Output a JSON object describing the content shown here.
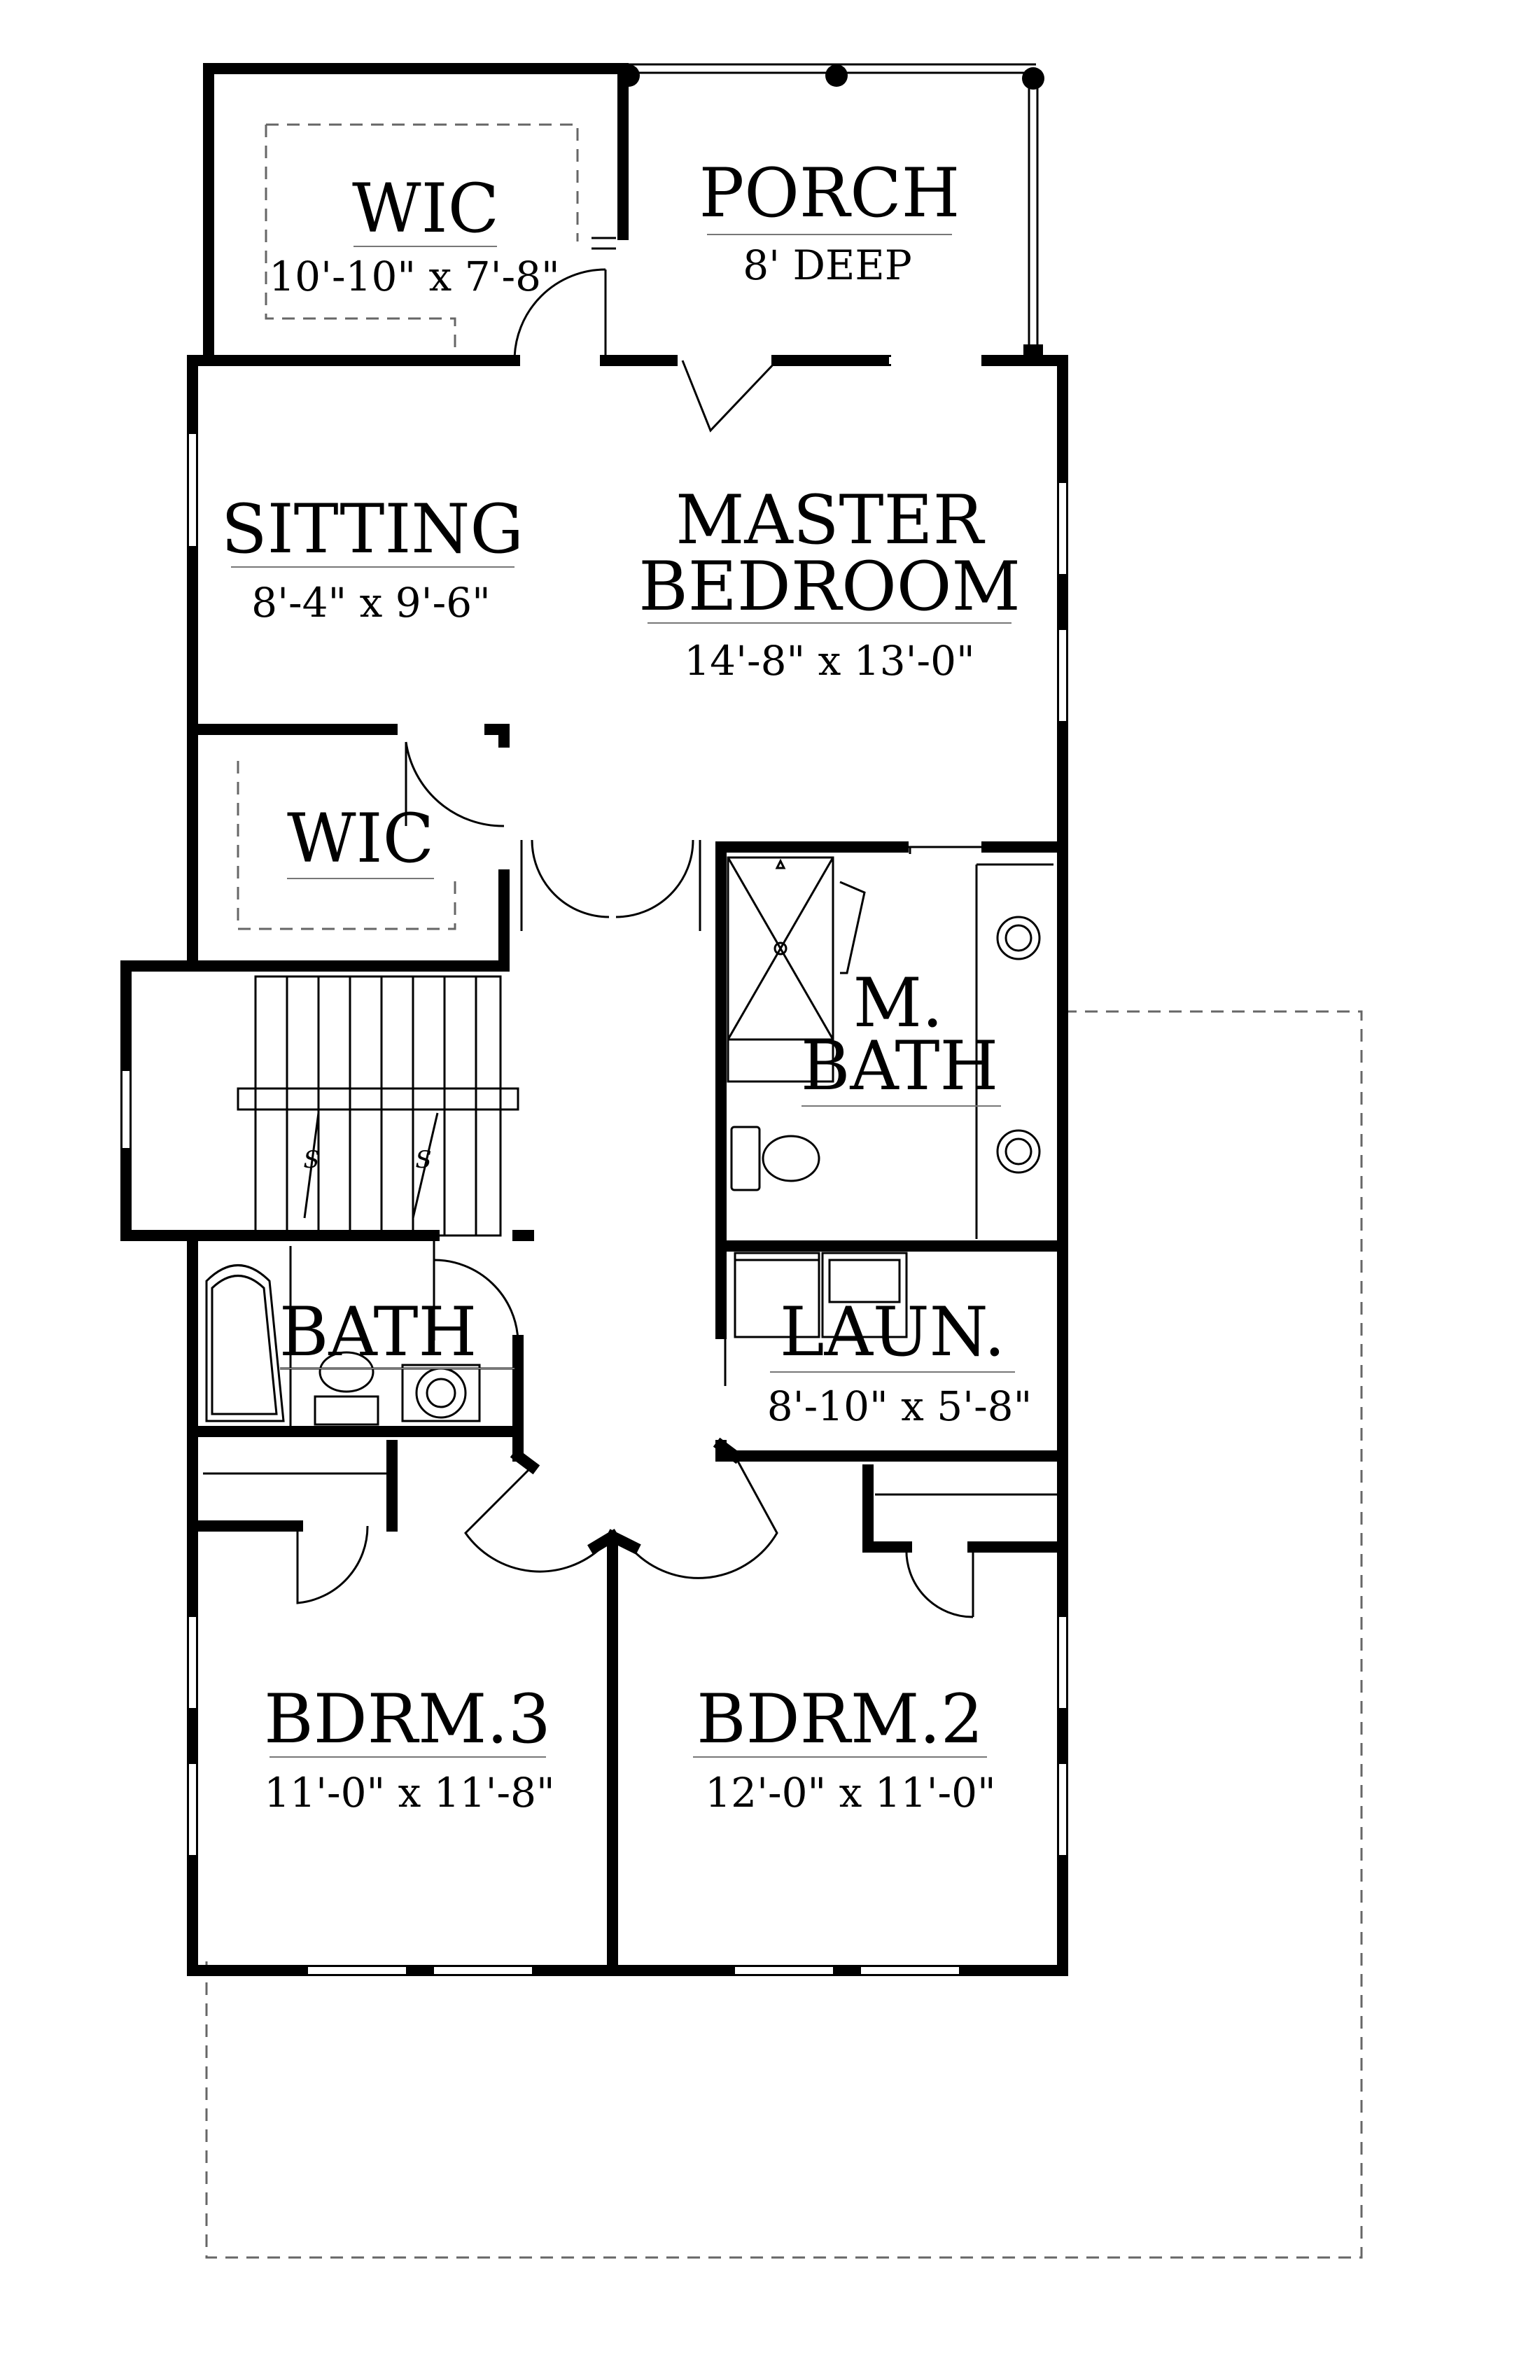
{
  "rooms": {
    "wic_upper": {
      "name": "WIC",
      "dims": "10'-10\" x 7'-8\""
    },
    "porch": {
      "name": "PORCH",
      "dims": "8' DEEP"
    },
    "sitting": {
      "name": "SITTING",
      "dims": "8'-4\" x 9'-6\""
    },
    "master": {
      "name_line1": "MASTER",
      "name_line2": "BEDROOM",
      "dims": "14'-8\" x 13'-0\""
    },
    "wic_lower": {
      "name": "WIC"
    },
    "mbath": {
      "name_line1": "M.",
      "name_line2": "BATH"
    },
    "bath": {
      "name": "BATH"
    },
    "laundry": {
      "name": "LAUN.",
      "dims": "8'-10\" x 5'-8\""
    },
    "bdrm3": {
      "name": "BDRM.3",
      "dims": "11'-0\" x 11'-8\""
    },
    "bdrm2": {
      "name": "BDRM.2",
      "dims": "12'-0\" x 11'-0\""
    }
  },
  "stair_marks": [
    "S",
    "S"
  ],
  "colors": {
    "wall": "#000000",
    "thin_line": "#000000",
    "dashed": "#666666",
    "label_rule": "#777777"
  }
}
